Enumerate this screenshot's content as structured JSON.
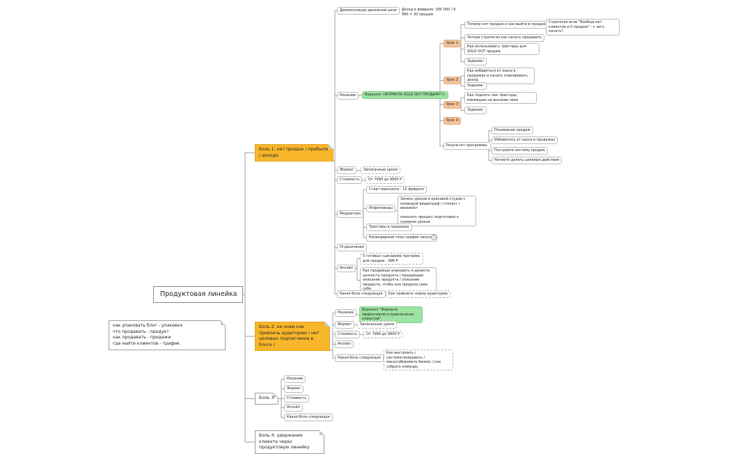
{
  "root": "Продуктовая линейка",
  "note": "как упаковать блог - упаковка\nчто продавать - продукт\nкак продавать - продажи\nгде найти клиентов - трафик",
  "p1": {
    "title": "Боль 1: нет продаж / прибыли / дохода",
    "decomp": "Декомпозиция денежной цели",
    "income": "Доход в феврале: 300 000 / 9 990 = 30 продаж",
    "solution": "Решение",
    "workshop": "Воркшоп «ФОРМУЛА SOLD OUT ПРОДАЖ!!!»",
    "u1": "Урок 1",
    "u1_a": "Почему нет продаж и как выйти в продажи",
    "u1_a_strategy": "Стратегия если \"Вообще нет клиентов и 0 продаж\" - с чего начать?",
    "u1_b": "Четкая стратегия как начать продавать",
    "u1_c": "Как использовать триггеры для SOLD OUT продаж",
    "u1_task": "Задание:",
    "u2": "Урок 2",
    "u2_a": "Как избавиться от хаоса в продажах и начать планировать доход",
    "u2_task": "Задание:",
    "u3": "Урок 3",
    "u3_a": "Как поднять чек: факторы, влияющие на высокие чеки",
    "u3_task": "Задание:",
    "u4": "Урок 4",
    "results": "Результат программы:",
    "r1": "Понимание продаж",
    "r2": "Избавитесь от хаоса в продажах",
    "r3": "Построите систему продаж",
    "r4": "Начнете делать целевые действия",
    "format": "Формат",
    "format_val": "Записанные уроки",
    "price": "Стоимость",
    "price_val": "От 7990 до 9900 Р",
    "media": "Медиаплан",
    "m1": "Старт воркшопа - 15 февраля",
    "m2": "Инфоповоды",
    "m2_a": "Запись уроков в красивой студии с командой видеограф / стилист / визажист\n\nпоказать процесс подготовки к съемкам уроков",
    "m3": "Триггеры в продажах",
    "m4": "Календарный план-график запуска",
    "m4_badge": "1",
    "limits": "Ограничения",
    "upsell": "Апсейл",
    "up1": "5 готовых сценариев прогрева для продаж - 990 Р",
    "up2": "Как продающе упаковать и донести ценность продукта / продающее описание продукта / описание продукта, чтобы она продала сама себя",
    "next": "Какая боль следующая",
    "next_val": "Как привлечь новую аудиторию"
  },
  "p2": {
    "title": "Боль 2: не знаю как привлечь аудиторию / нет целевых подписчиков в блоге /",
    "solution": "Решение",
    "workshop": "Воркшоп \"Формула эффективного привлечения клиентов\"",
    "format": "Формат",
    "format_val": "Записанные уроки",
    "price": "Стоимость",
    "price_val": "От 7990 до 9900 Р",
    "upsell": "Апсейл",
    "next": "Какая боль следующая",
    "next_val": "Как выстроить / систематизировать / масштабировать бизнес / как собрать команду"
  },
  "p3": {
    "title": "Боль 3",
    "items": [
      "Решение",
      "Формат",
      "Стоимость",
      "Апсейл",
      "Какая боль следующая"
    ]
  },
  "p4": {
    "title": "Боль 4: удержание клиента через продуктовую линейку"
  }
}
